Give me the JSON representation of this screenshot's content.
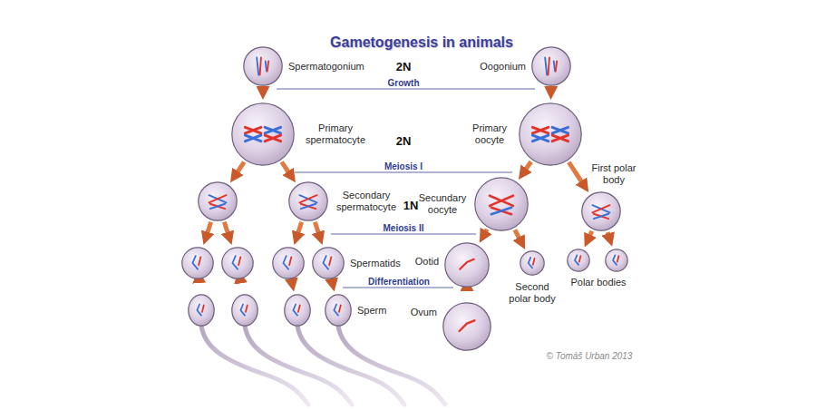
{
  "diagram": {
    "title": "Gametogenesis in animals",
    "nodes": [
      {
        "text": [
          "Spermatogonium"
        ]
      },
      {
        "text": [
          "Oogonium"
        ]
      },
      {
        "text": [
          "Primary spermatocyte"
        ]
      },
      {
        "text": [
          "Primary oocyte"
        ]
      },
      {
        "text": []
      },
      {
        "text": [
          "Secondary spermatocyte"
        ]
      },
      {
        "text": [
          "Secundary oocyte"
        ]
      },
      {
        "text": [
          "First polar body"
        ]
      },
      {
        "text": []
      },
      {
        "text": []
      },
      {
        "text": []
      },
      {
        "text": [
          "Spermatids"
        ]
      },
      {
        "text": [
          "Ootid"
        ]
      },
      {
        "text": [
          "Second polar body"
        ]
      },
      {
        "text": []
      },
      {
        "text": []
      },
      {
        "text": []
      },
      {
        "text": []
      },
      {
        "text": []
      },
      {
        "text": [
          "Sperm"
        ]
      },
      {
        "text": [
          "Ovum"
        ]
      }
    ],
    "edges": [
      {
        "from": 0,
        "to": 2,
        "arrow": "to"
      },
      {
        "from": 1,
        "to": 3,
        "arrow": "to"
      },
      {
        "from": 2,
        "to": 4,
        "arrow": "to"
      },
      {
        "from": 2,
        "to": 5,
        "arrow": "to"
      },
      {
        "from": 3,
        "to": 6,
        "arrow": "to"
      },
      {
        "from": 3,
        "to": 7,
        "arrow": "to"
      },
      {
        "from": 4,
        "to": 8,
        "arrow": "to"
      },
      {
        "from": 4,
        "to": 9,
        "arrow": "to"
      },
      {
        "from": 5,
        "to": 10,
        "arrow": "to"
      },
      {
        "from": 5,
        "to": 11,
        "arrow": "to"
      },
      {
        "from": 6,
        "to": 12,
        "arrow": "to"
      },
      {
        "from": 6,
        "to": 13,
        "arrow": "to"
      },
      {
        "from": 7,
        "to": 14,
        "arrow": "to"
      },
      {
        "from": 7,
        "to": 15,
        "arrow": "to"
      },
      {
        "from": 8,
        "to": 16,
        "arrow": "to"
      },
      {
        "from": 9,
        "to": 17,
        "arrow": "to"
      },
      {
        "from": 10,
        "to": 18,
        "arrow": "to"
      },
      {
        "from": 11,
        "to": 19,
        "arrow": "to"
      },
      {
        "from": 12,
        "to": 20,
        "arrow": "to"
      }
    ],
    "labels": [
      "2N",
      "Growth",
      "2N",
      "Meiosis I",
      "1N",
      "Meiosis II",
      "Polar bodies",
      "Differentiation",
      "© Tomáš Urban 2013"
    ]
  }
}
